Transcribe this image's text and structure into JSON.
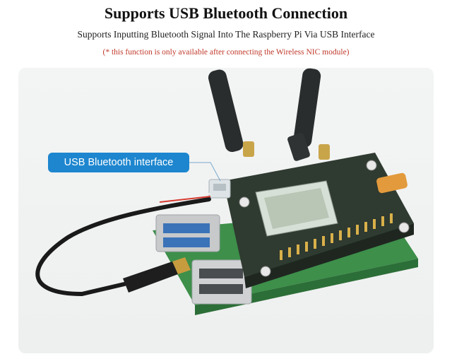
{
  "header": {
    "title": "Supports USB Bluetooth Connection",
    "subtitle": "Supports Inputting Bluetooth Signal Into The Raspberry Pi Via USB Interface",
    "note": "(* this function is only available after connecting the Wireless NIC module)"
  },
  "callout": {
    "label": "USB Bluetooth interface"
  },
  "colors": {
    "callout_bg": "#1d86cf",
    "note_text": "#c0392b",
    "board_green": "#2f3a30"
  }
}
